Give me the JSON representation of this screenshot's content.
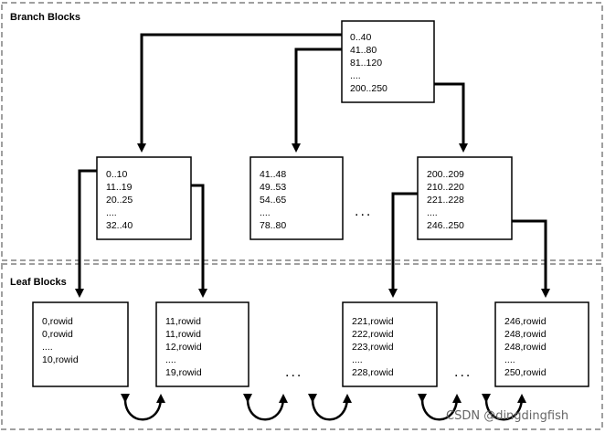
{
  "regions": {
    "branch_label": "Branch Blocks",
    "leaf_label": "Leaf Blocks"
  },
  "root_block": {
    "lines": [
      "0..40",
      "41..80",
      "81..120",
      "....",
      "200..250"
    ]
  },
  "branch_blocks": [
    {
      "lines": [
        "0..10",
        "11..19",
        "20..25",
        "....",
        "32..40"
      ]
    },
    {
      "lines": [
        "41..48",
        "49..53",
        "54..65",
        "....",
        "78..80"
      ]
    },
    {
      "lines": [
        "200..209",
        "210..220",
        "221..228",
        "....",
        "246..250"
      ]
    }
  ],
  "leaf_blocks": [
    {
      "lines": [
        "0,rowid",
        "0,rowid",
        "....",
        "10,rowid"
      ]
    },
    {
      "lines": [
        "11,rowid",
        "11,rowid",
        "12,rowid",
        "....",
        "19,rowid"
      ]
    },
    {
      "lines": [
        "221,rowid",
        "222,rowid",
        "223,rowid",
        "....",
        "228,rowid"
      ]
    },
    {
      "lines": [
        "246,rowid",
        "248,rowid",
        "248,rowid",
        "....",
        "250,rowid"
      ]
    }
  ],
  "ellipsis": "...",
  "watermark": "CSDN @dingdingfish"
}
